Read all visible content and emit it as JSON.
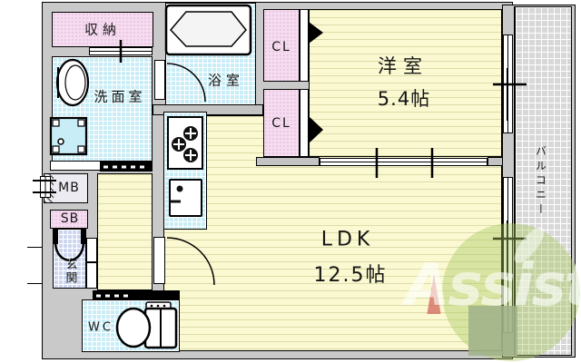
{
  "floorplan": {
    "title": "1LDK apartment floor plan",
    "rooms": {
      "storage": {
        "label": "収納"
      },
      "washroom": {
        "label": "洗面室"
      },
      "bathroom": {
        "label": "浴室"
      },
      "closet_upper": {
        "label": "CL"
      },
      "closet_lower": {
        "label": "CL"
      },
      "western_room": {
        "label": "洋室",
        "size": "5.4帖"
      },
      "ldk": {
        "label": "LDK",
        "size": "12.5帖"
      },
      "balcony": {
        "label": "バルコニー"
      },
      "meter_box": {
        "label": "MB"
      },
      "shoe_box": {
        "label": "SB"
      },
      "entrance": {
        "label": "玄関"
      },
      "toilet": {
        "label": "WC"
      }
    },
    "fixtures": [
      "bathtub",
      "washing-machine",
      "washer-pan",
      "gas-stove",
      "kitchen-sink",
      "toilet-bowl"
    ],
    "watermark": {
      "text": "Assist",
      "circle_color": "#a8c85c",
      "letter_color": "#ffffff",
      "accent_color": "#d2645c"
    },
    "colors": {
      "wall_gray": "#c9c9c9",
      "room_pink": "#f6dcf0",
      "room_cyan": "#c9edf6",
      "room_yellow": "#fbf9d2",
      "entrance_blue": "#ccd6f0",
      "balcony_gray": "#d8d8d8",
      "line_black": "#000000"
    }
  }
}
